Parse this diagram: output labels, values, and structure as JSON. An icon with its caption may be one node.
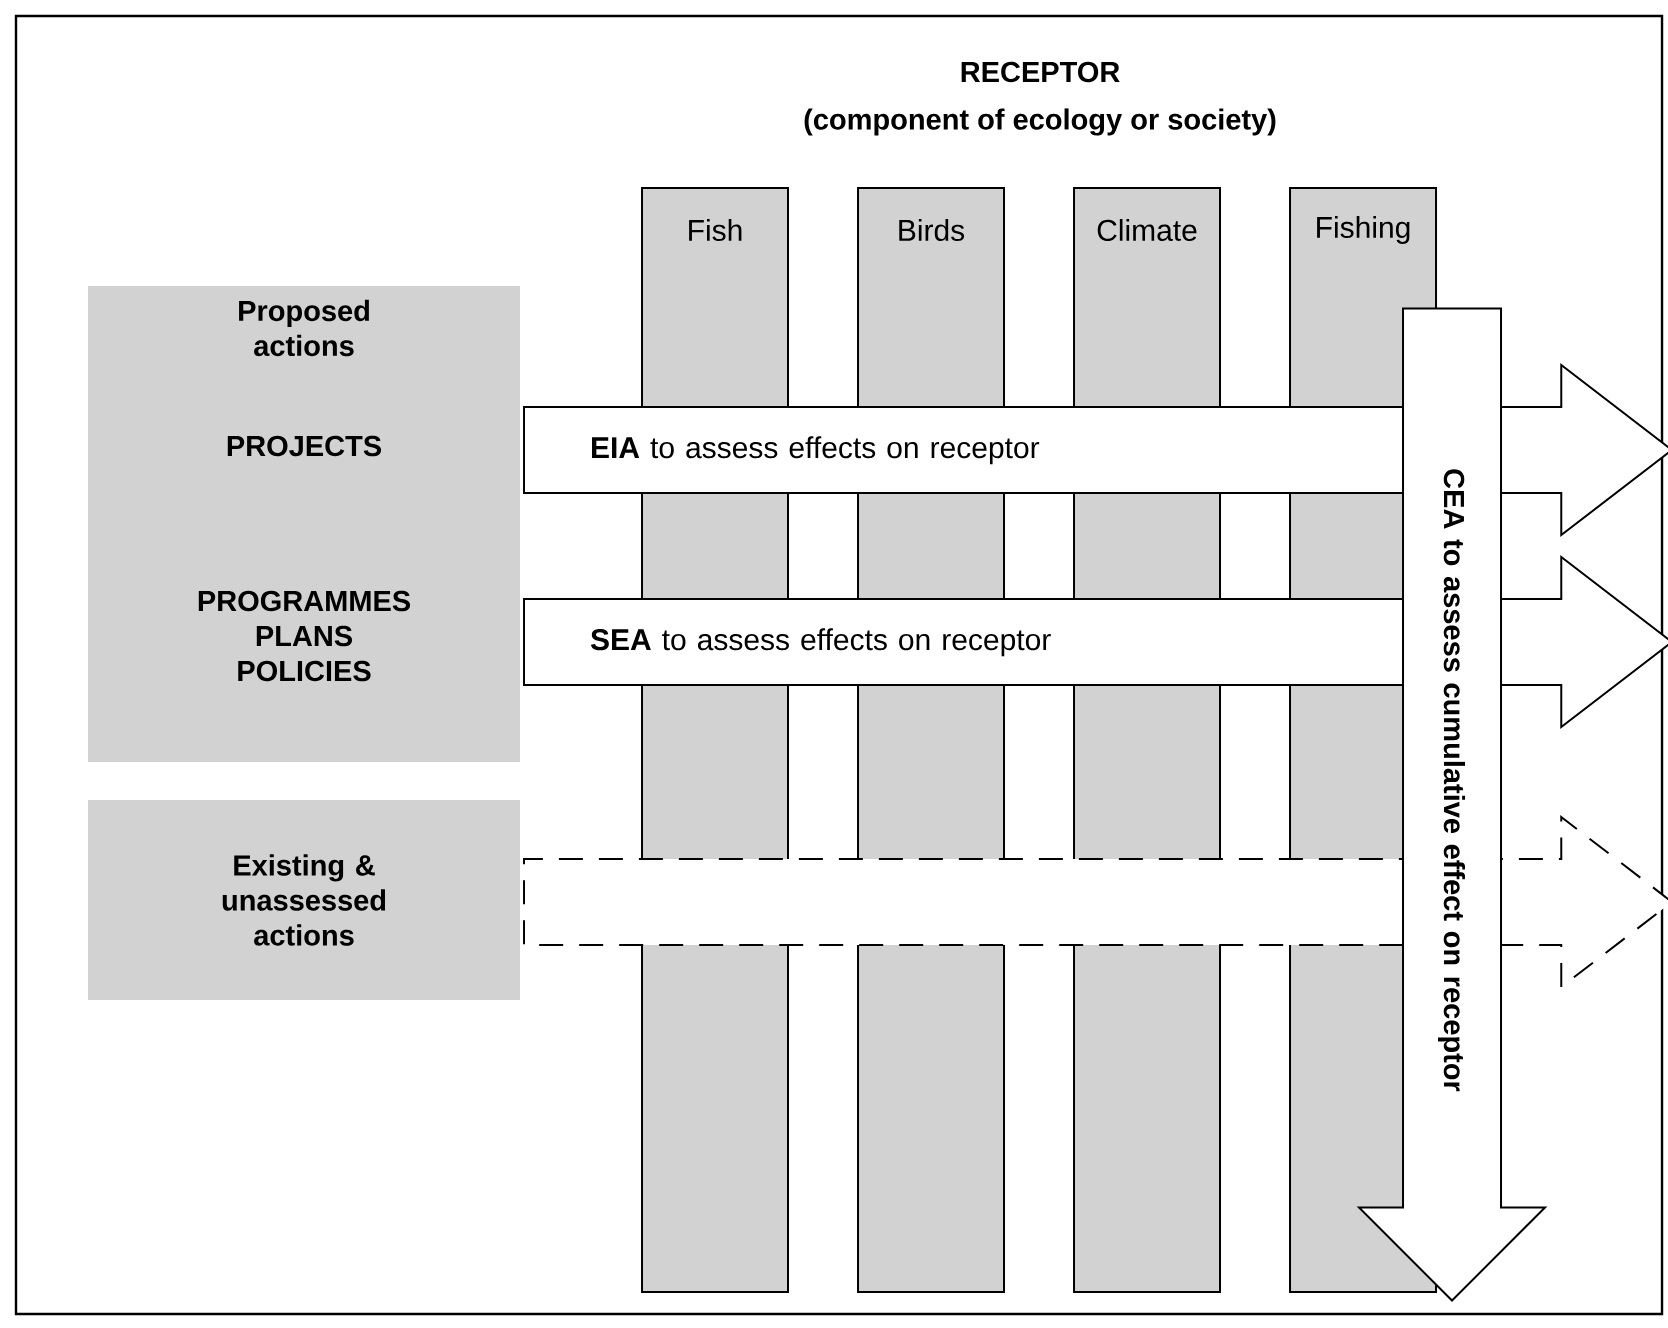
{
  "diagram": {
    "title": "RECEPTOR",
    "nodes": [
      {
        "text": [
          "Proposed actions",
          "PROJECTS",
          "PROGRAMMES PLANS POLICIES"
        ]
      },
      {
        "text": [
          "Existing & unassessed actions"
        ]
      },
      {
        "text": [
          "Fish"
        ]
      },
      {
        "text": [
          "Birds"
        ]
      },
      {
        "text": [
          "Climate"
        ]
      },
      {
        "text": [
          "Fishing"
        ]
      },
      {
        "text": [
          "**EIA** to assess effects on receptor"
        ]
      },
      {
        "text": [
          "**SEA** to assess effects on receptor"
        ]
      },
      {
        "text": [],
        "shape": "arrow"
      },
      {
        "text": [
          "CEA to assess cumulative effect on receptor"
        ]
      }
    ],
    "labels": [
      "(component of ecology or society)"
    ]
  }
}
